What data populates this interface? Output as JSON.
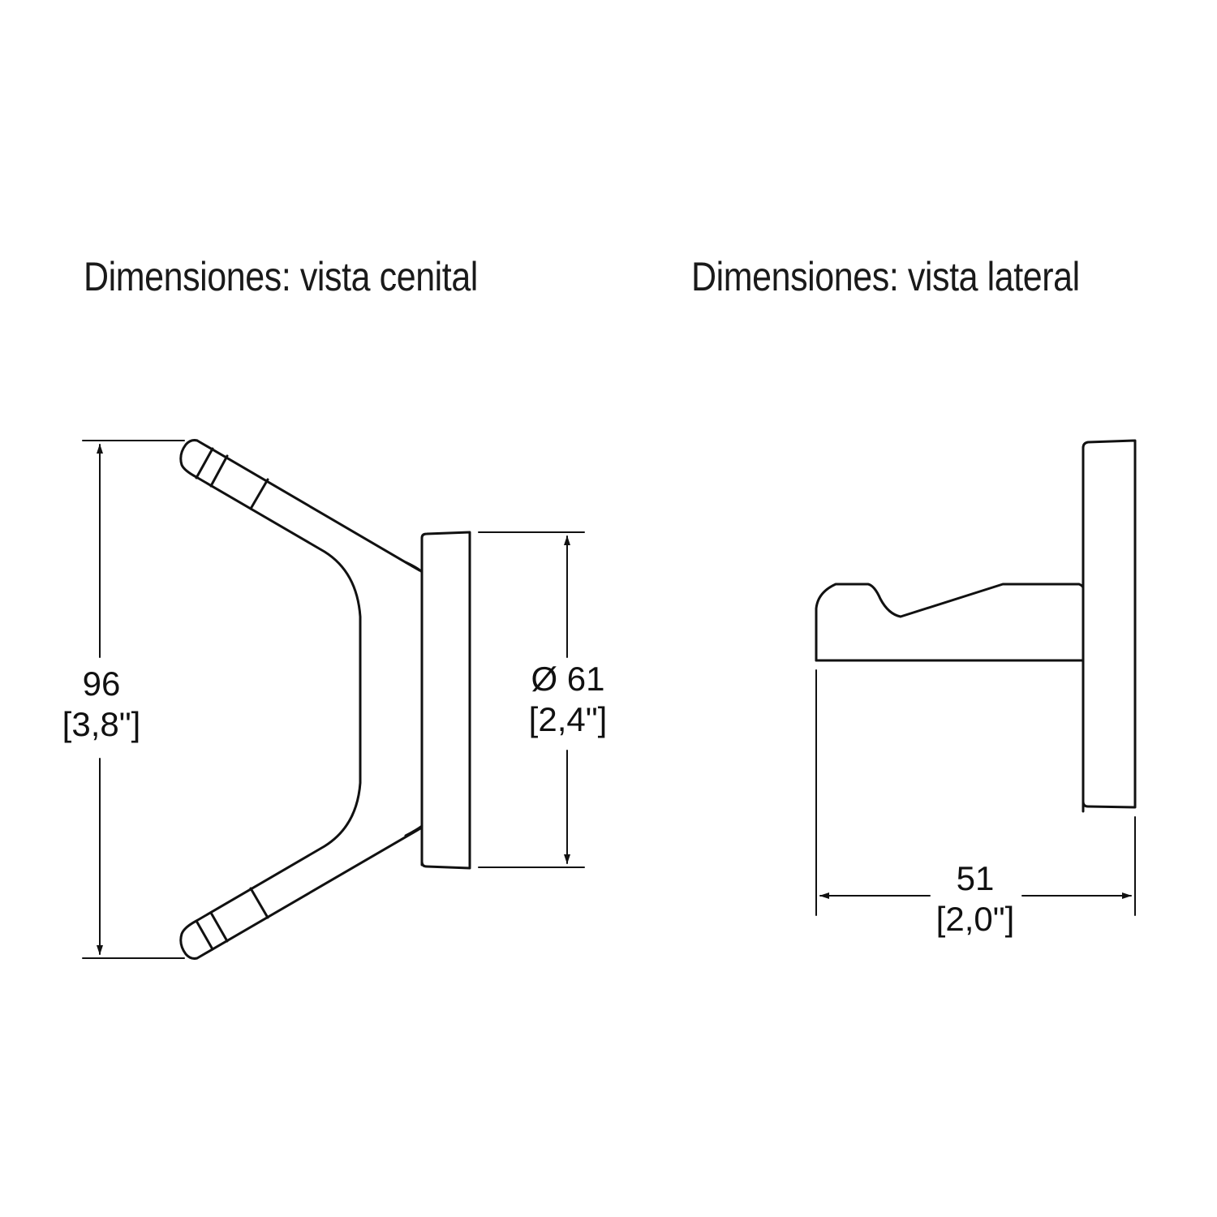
{
  "titles": {
    "top_view": "Dimensiones: vista cenital",
    "side_view": "Dimensiones: vista lateral"
  },
  "dimensions": {
    "height": {
      "mm": "96",
      "inch": "[3,8\"]"
    },
    "diameter": {
      "mm": "Ø 61",
      "inch": "[2,4\"]"
    },
    "depth": {
      "mm": "51",
      "inch": "[2,0\"]"
    }
  },
  "colors": {
    "line": "#111111",
    "background": "#ffffff"
  }
}
